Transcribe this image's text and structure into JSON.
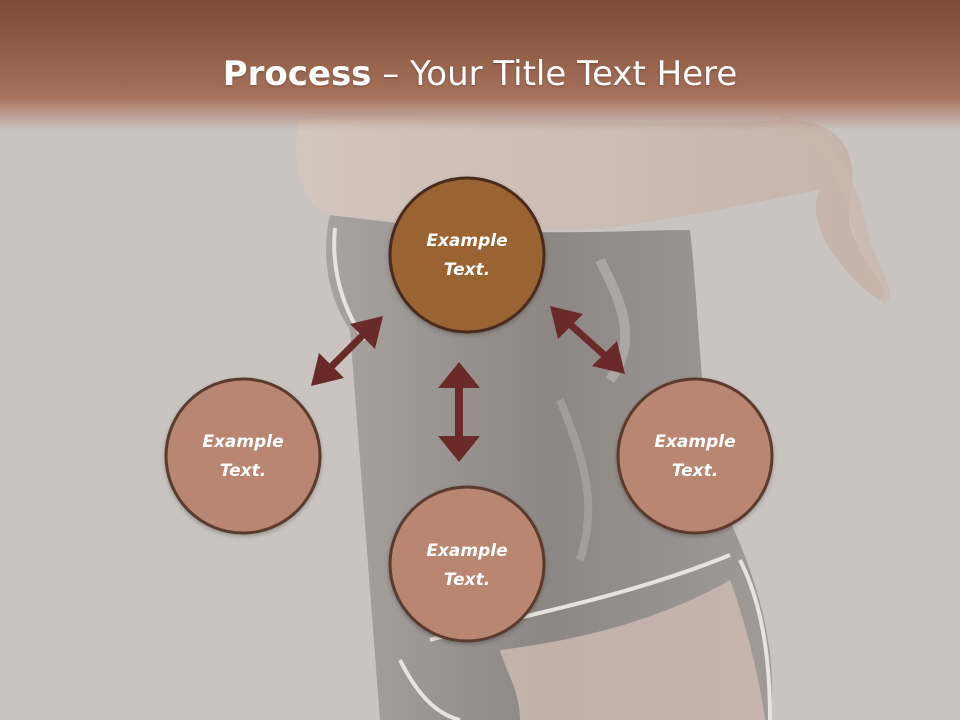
{
  "slide": {
    "title_bold": "Process",
    "title_rest": " – Your Title Text Here"
  },
  "diagram": {
    "nodes": [
      {
        "id": "top",
        "line1": "Example",
        "line2": "Text.",
        "fill": "#9a6432"
      },
      {
        "id": "left",
        "line1": "Example",
        "line2": "Text.",
        "fill": "#b98672"
      },
      {
        "id": "bottom",
        "line1": "Example",
        "line2": "Text.",
        "fill": "#b98672"
      },
      {
        "id": "right",
        "line1": "Example",
        "line2": "Text.",
        "fill": "#b98672"
      }
    ],
    "arrow_color": "#6b2a2a",
    "node_stroke": "#4a2a1e"
  }
}
